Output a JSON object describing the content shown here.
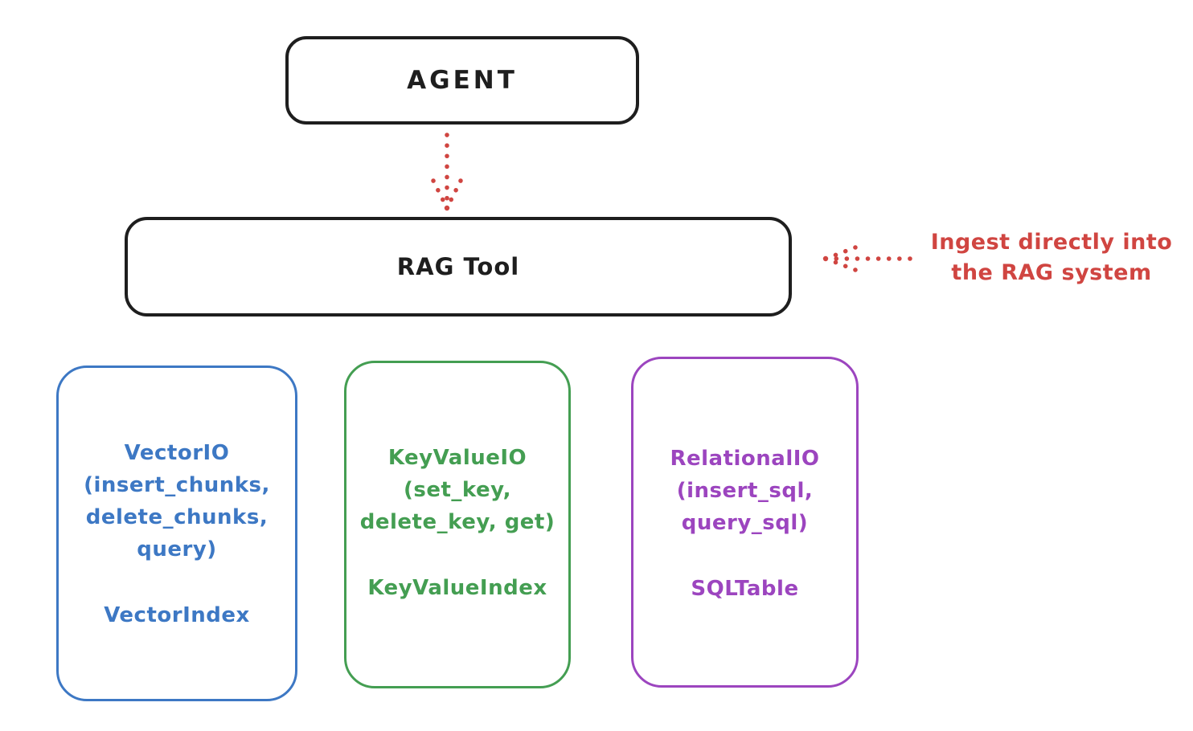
{
  "colors": {
    "ink": "#1e1e1e",
    "red": "#d04541",
    "blue": "#3d78c4",
    "green": "#449e52",
    "purple": "#9c45bf",
    "background": "#ffffff"
  },
  "diagram": {
    "agent": {
      "label": "AGENT"
    },
    "rag_tool": {
      "label": "RAG Tool"
    },
    "annotation": {
      "text": "Ingest directly into\nthe RAG system"
    },
    "icons": {
      "agent_to_rag": "arrow-down-dotted-icon",
      "ingest_to_rag": "arrow-left-dotted-icon"
    },
    "cards": [
      {
        "title": "VectorIO\n(insert_chunks,\ndelete_chunks,\nquery)",
        "subtitle": "VectorIndex",
        "color": "#3d78c4"
      },
      {
        "title": "KeyValueIO\n(set_key,\ndelete_key, get)",
        "subtitle": "KeyValueIndex",
        "color": "#449e52"
      },
      {
        "title": "RelationalIO\n(insert_sql,\nquery_sql)",
        "subtitle": "SQLTable",
        "color": "#9c45bf"
      }
    ]
  }
}
